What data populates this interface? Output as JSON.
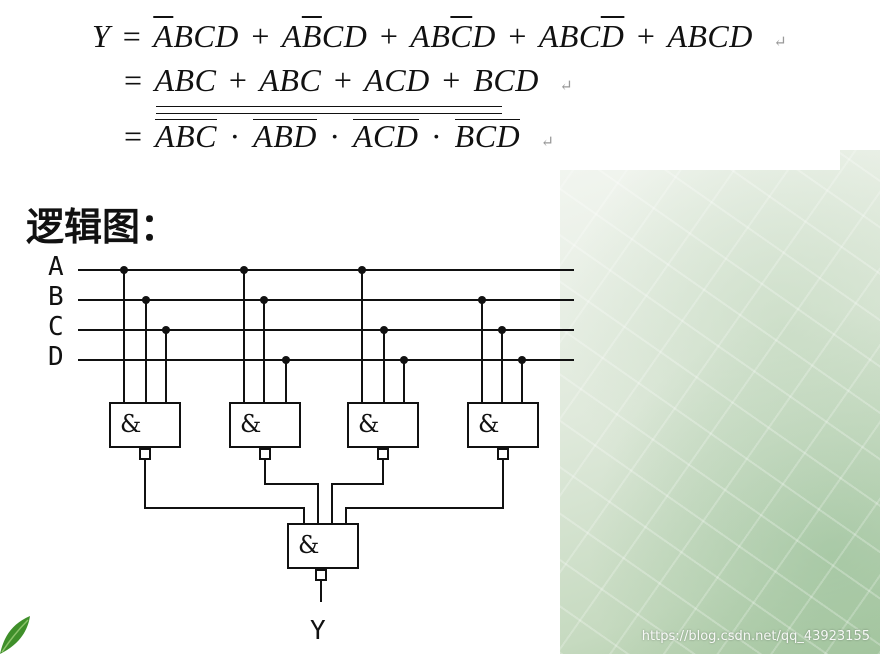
{
  "equations": {
    "line1": {
      "lhs": "Y",
      "eq": "=",
      "terms": [
        {
          "plain_pre": "",
          "over": "A",
          "plain_post": "BCD"
        },
        {
          "plain_pre": "A",
          "over": "B",
          "plain_post": "CD"
        },
        {
          "plain_pre": "AB",
          "over": "C",
          "plain_post": "D"
        },
        {
          "plain_pre": "ABC",
          "over": "D",
          "plain_post": ""
        },
        {
          "plain_pre": "ABCD",
          "over": "",
          "plain_post": ""
        }
      ]
    },
    "line2": {
      "eq": "=",
      "terms": [
        "ABC",
        "ABC",
        "ACD",
        "BCD"
      ]
    },
    "line3": {
      "eq": "=",
      "terms": [
        "ABC",
        "ABD",
        "ACD",
        "BCD"
      ],
      "dot": "·"
    },
    "plus": "+",
    "return_mark": "↵"
  },
  "heading": "逻辑图：",
  "circuit": {
    "inputs": [
      "A",
      "B",
      "C",
      "D"
    ],
    "gate_symbol": "&",
    "output": "Y"
  },
  "watermark": "https://blog.csdn.net/qq_43923155"
}
